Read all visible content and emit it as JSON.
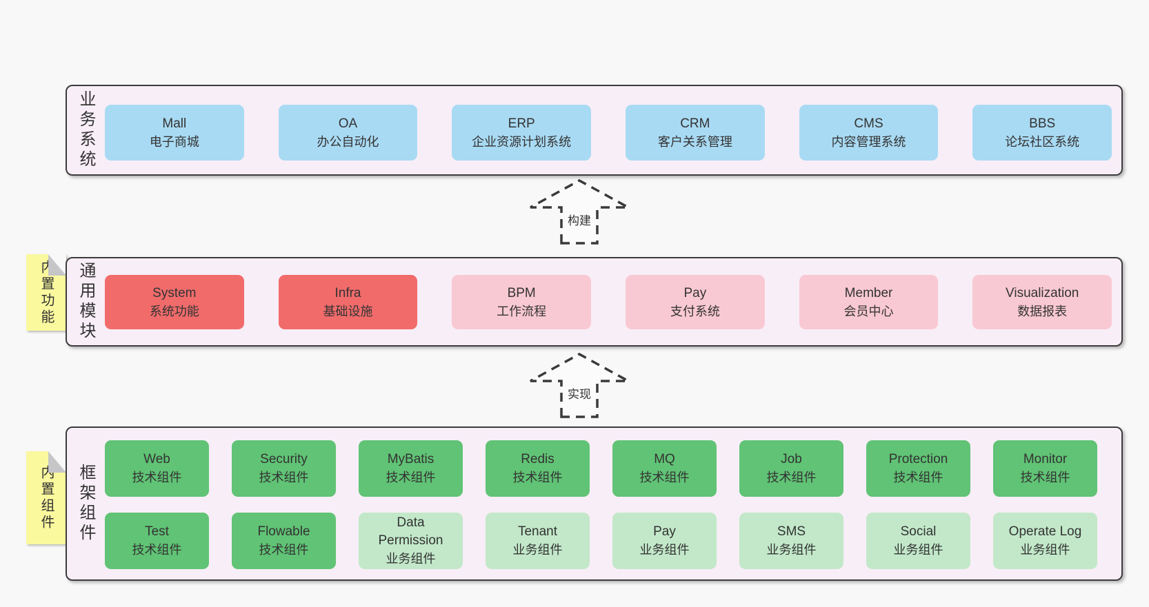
{
  "palette": {
    "background": "#f8f8f8",
    "panel_fill": "#f8eef7",
    "panel_border": "#3c3c3c",
    "blue_box": "#a9daf3",
    "red_box": "#f16b6b",
    "pink_box": "#f9c9d3",
    "green_box": "#60c375",
    "light_green_box": "#c2e8c9",
    "sticky_note": "#fbf99e",
    "note_fold": "#c6c6c8",
    "text": "#333333"
  },
  "arrows": {
    "build": "构建",
    "implement": "实现"
  },
  "notes": {
    "functions": "内置功能",
    "components": "内置组件"
  },
  "business": {
    "label": "业务系统",
    "boxes": [
      {
        "name": "Mall",
        "desc": "电子商城"
      },
      {
        "name": "OA",
        "desc": "办公自动化"
      },
      {
        "name": "ERP",
        "desc": "企业资源计划系统"
      },
      {
        "name": "CRM",
        "desc": "客户关系管理"
      },
      {
        "name": "CMS",
        "desc": "内容管理系统"
      },
      {
        "name": "BBS",
        "desc": "论坛社区系统"
      }
    ]
  },
  "modules": {
    "label": "通用模块",
    "boxes": [
      {
        "name": "System",
        "desc": "系统功能"
      },
      {
        "name": "Infra",
        "desc": "基础设施"
      },
      {
        "name": "BPM",
        "desc": "工作流程"
      },
      {
        "name": "Pay",
        "desc": "支付系统"
      },
      {
        "name": "Member",
        "desc": "会员中心"
      },
      {
        "name": "Visualization",
        "desc": "数据报表"
      }
    ]
  },
  "framework": {
    "label": "框架组件",
    "row1": [
      {
        "name": "Web",
        "desc": "技术组件"
      },
      {
        "name": "Security",
        "desc": "技术组件"
      },
      {
        "name": "MyBatis",
        "desc": "技术组件"
      },
      {
        "name": "Redis",
        "desc": "技术组件"
      },
      {
        "name": "MQ",
        "desc": "技术组件"
      },
      {
        "name": "Job",
        "desc": "技术组件"
      },
      {
        "name": "Protection",
        "desc": "技术组件"
      },
      {
        "name": "Monitor",
        "desc": "技术组件"
      }
    ],
    "row2": [
      {
        "name": "Test",
        "desc": "技术组件"
      },
      {
        "name": "Flowable",
        "desc": "技术组件"
      },
      {
        "name": "Data Permission",
        "desc": "业务组件"
      },
      {
        "name": "Tenant",
        "desc": "业务组件"
      },
      {
        "name": "Pay",
        "desc": "业务组件"
      },
      {
        "name": "SMS",
        "desc": "业务组件"
      },
      {
        "name": "Social",
        "desc": "业务组件"
      },
      {
        "name": "Operate Log",
        "desc": "业务组件"
      }
    ]
  }
}
